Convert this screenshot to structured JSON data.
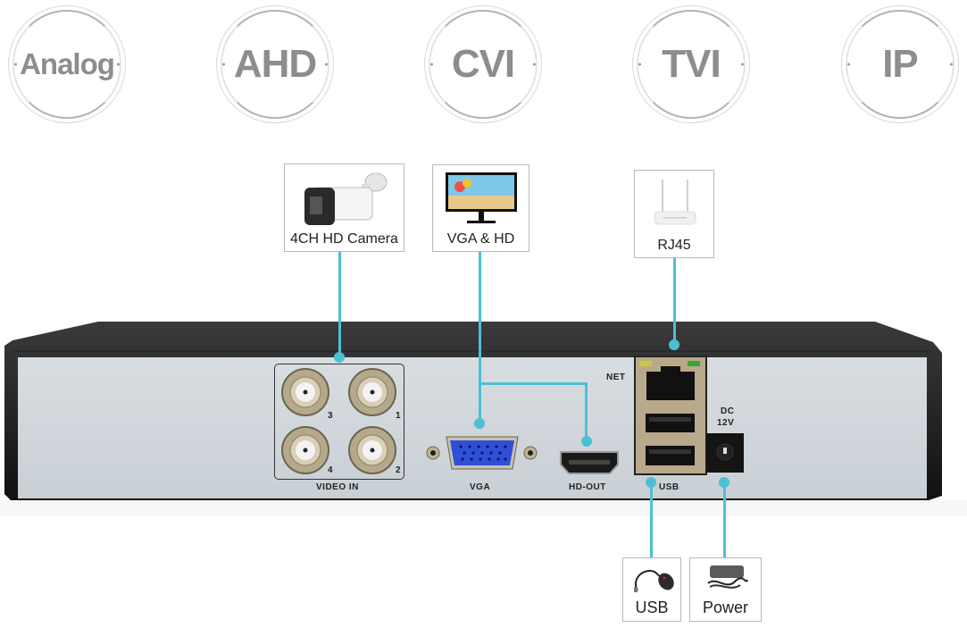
{
  "formats": [
    {
      "label": "Analog"
    },
    {
      "label": "AHD"
    },
    {
      "label": "CVI"
    },
    {
      "label": "TVI"
    },
    {
      "label": "IP"
    }
  ],
  "callouts": {
    "camera": {
      "label": "4CH HD Camera",
      "icon": "bullet-camera-icon"
    },
    "display": {
      "label": "VGA & HD",
      "icon": "monitor-icon"
    },
    "network": {
      "label": "RJ45",
      "icon": "router-icon"
    },
    "usb": {
      "label": "USB",
      "icon": "mouse-icon"
    },
    "power": {
      "label": "Power",
      "icon": "power-adapter-icon"
    }
  },
  "panel": {
    "video_in_label": "VIDEO IN",
    "channels": [
      "3",
      "1",
      "4",
      "2"
    ],
    "vga_label": "VGA",
    "hdout_label": "HD-OUT",
    "net_label": "NET",
    "usb_label": "USB",
    "dc_label_line1": "DC",
    "dc_label_line2": "12V"
  },
  "colors": {
    "connector_line": "#4cc0d3",
    "chassis": "#1e1e1e",
    "panel": "#cfd6db",
    "badge_text": "#8d8d8d"
  }
}
